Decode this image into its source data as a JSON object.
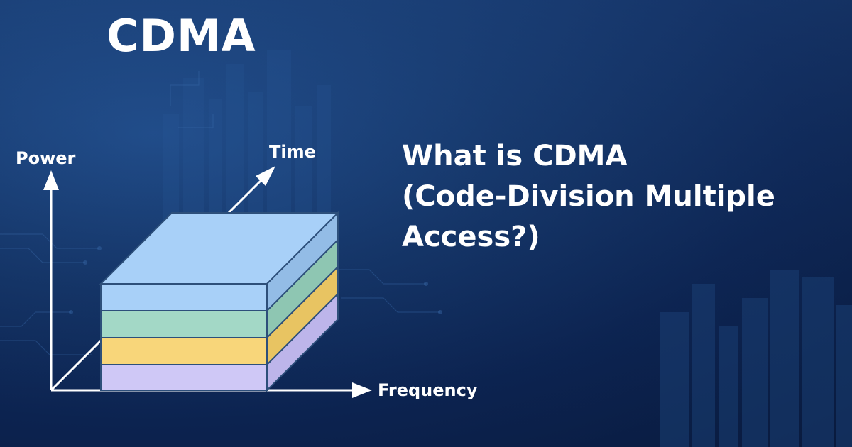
{
  "brand": {
    "title": "CDMA"
  },
  "diagram": {
    "axes": {
      "power": "Power",
      "time": "Time",
      "frequency": "Frequency"
    },
    "layers": [
      {
        "name": "top-layer",
        "color": "#a8d0f8"
      },
      {
        "name": "second-layer",
        "color": "#a3d8c6"
      },
      {
        "name": "third-layer",
        "color": "#f8d67a"
      },
      {
        "name": "bottom-layer",
        "color": "#cfc8f6"
      }
    ]
  },
  "headline": {
    "line1": "What is CDMA",
    "line2": "(Code-Division Multiple",
    "line3": "Access?)"
  }
}
